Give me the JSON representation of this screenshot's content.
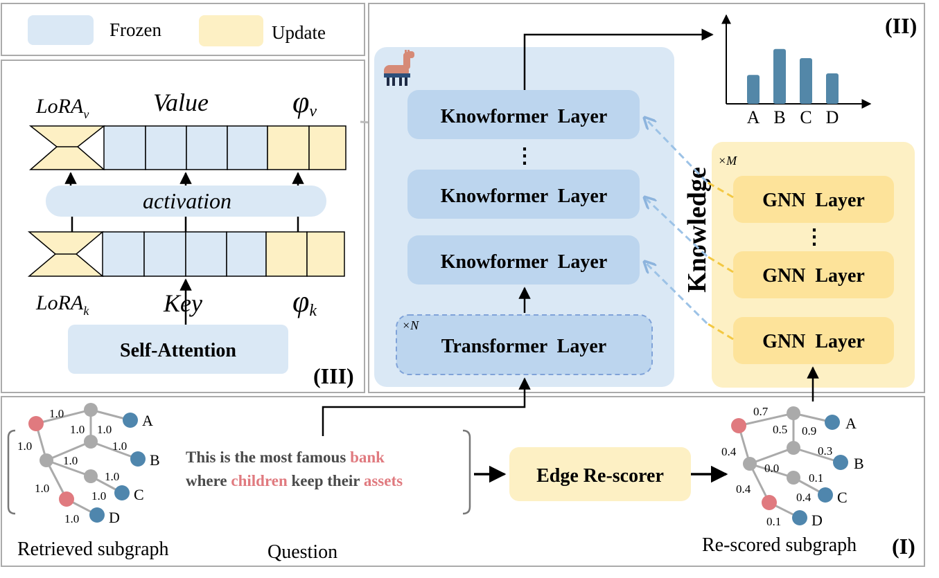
{
  "legend": {
    "frozen_label": "Frozen",
    "update_label": "Update",
    "frozen_color": "#dae8f5",
    "update_color": "#fdf0c4"
  },
  "panel_iii": {
    "tag": "(III)",
    "lora_v": "LoRA",
    "lora_v_sub": "v",
    "value_label": "Value",
    "phi_v": "φ",
    "phi_v_sub": "v",
    "activation_label": "activation",
    "lora_k": "LoRA",
    "lora_k_sub": "k",
    "key_label": "Key",
    "phi_k": "φ",
    "phi_k_sub": "k",
    "self_attention_label": "Self-Attention"
  },
  "panel_ii": {
    "tag": "(II)",
    "knowformer_layers": [
      "Knowformer  Layer",
      "Knowformer  Layer",
      "Knowformer  Layer"
    ],
    "vdots": "⋮",
    "transformer_repeat": "×N",
    "transformer_label": "Transformer  Layer",
    "knowledge_label": "Knowledge",
    "gnn_repeat": "×M",
    "gnn_layers": [
      "GNN  Layer",
      "GNN  Layer",
      "GNN  Layer"
    ],
    "gnn_vdots": "⋮",
    "llama_icon": "llama-icon"
  },
  "chart_data": {
    "type": "bar",
    "categories": [
      "A",
      "B",
      "C",
      "D"
    ],
    "values": [
      0.38,
      0.72,
      0.6,
      0.4
    ],
    "ylim": [
      0,
      1
    ],
    "color": "#5387a8"
  },
  "panel_i": {
    "tag": "(I)",
    "retrieved_caption": "Retrieved subgraph",
    "question_caption": "Question",
    "rescored_caption": "Re-scored subgraph",
    "rescorer_label": "Edge Re-scorer",
    "question": {
      "p1": "This is the most famous ",
      "w1": "bank",
      "p2": "where ",
      "w2": "children",
      "p3": " keep their ",
      "w3": "assets"
    },
    "retrieved_edges": [
      "1.0",
      "1.0",
      "1.0",
      "1.0",
      "1.0",
      "1.0",
      "1.0",
      "1.0",
      "1.0",
      "1.0"
    ],
    "retrieved_nodes": [
      "A",
      "B",
      "C",
      "D"
    ],
    "rescored_edges": [
      "0.7",
      "0.5",
      "0.9",
      "0.3",
      "0.4",
      "0.0",
      "0.1",
      "0.4",
      "0.4",
      "0.1"
    ],
    "rescored_nodes": [
      "A",
      "B",
      "C",
      "D"
    ]
  }
}
